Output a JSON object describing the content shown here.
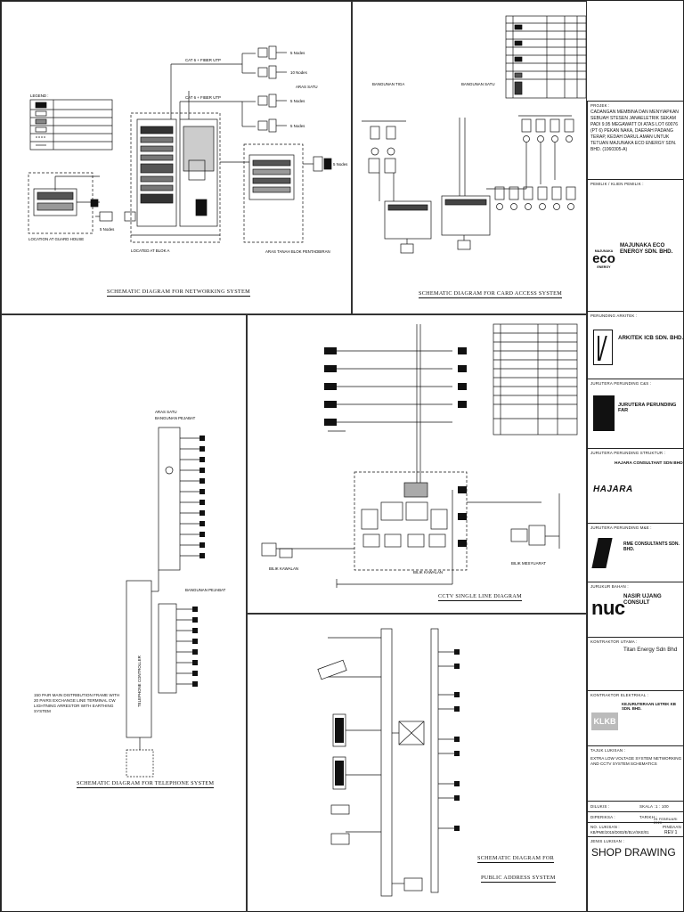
{
  "captions": {
    "networking": "SCHEMATIC DIAGRAM FOR NETWORKING SYSTEM",
    "card_access": "SCHEMATIC DIAGRAM FOR CARD ACCESS SYSTEM",
    "telephone": "SCHEMATIC DIAGRAM FOR TELEPHONE SYSTEM",
    "cctv": "CCTV SINGLE LINE DIAGRAM",
    "public_address_1": "SCHEMATIC DIAGRAM FOR",
    "public_address_2": "PUBLIC ADDRESS SYSTEM"
  },
  "networking": {
    "legend_title": "LEGEND :",
    "nodes": [
      "5 Nodes",
      "10 Nodes",
      "5 Nodes",
      "5 Nodes",
      "5 Nodes",
      "5 Nodes"
    ],
    "cat6_label": "CAT 6 + FIBER UTP",
    "arah_label": "ARAS SATU",
    "location_guard": "LOCATION AT GUARD HOUSE",
    "location_block": "LOCATED AT BLOK A",
    "location_admin": "ARAS TANAH BLOK PENTADBIRAN"
  },
  "card_access": {
    "label_left": "BANGUNAN TIGA",
    "label_right": "BANGUNAN SATU"
  },
  "telephone": {
    "top_label_1": "ARAS SATU",
    "top_label_2": "BANGUNAN PEJABAT",
    "bottom_label": "BANGUNAN PEJABAT",
    "note": "150 PAIR MAIN DISTRIBUTION FRAME WITH 20 PAIRS EXCHANGE LINE TERMINAL CW LIGHTNING ARRESTOR WITH EARTHING SYSTEM",
    "controller": "TELEPHONE CONTROLLER"
  },
  "cctv": {
    "label_left": "BILIK KAWALAN",
    "label_right": "BILIK MESYUARAT"
  },
  "title_block": {
    "projek_head": "PROJEK :",
    "projek_text": "CADANGAN MEMBINA DAN MENYIAPKAN SEBUAH STESEN JANAELETRIK SEKAM PADI 9.95 MEGAWATT DI ATAS LOT 60076 (PT 6) PEKAN NAKA, DAERAH PADANG TERAP, KEDAH DARUL AMAN UNTUK TETUAN MAJUNAKA ECO ENERGY SDN. BHD. (1060305-A)",
    "pemilik_head": "PEMILIK / KLIEN PEMILIK :",
    "owner_name": "MAJUNAKA ECO ENERGY SDN. BHD.",
    "owner_logo_top": "MAJUNAKA",
    "owner_logo_mid": "eco",
    "owner_logo_bot": "ENERGY",
    "arkitek_head": "PERUNDING ARKITEK :",
    "arkitek_name": "ARKITEK ICB SDN. BHD.",
    "cas_head": "JURUTERA PERUNDING C&S :",
    "cas_name": "JURUTERA PERUNDING FAR",
    "struktur_head": "JURUTERA PERUNDING STRUKTUR :",
    "struktur_name": "HAJARA CONSULTANT SDN BHD",
    "struktur_logo": "HAJARA",
    "mne_head": "JURUTERA PERUNDING M&E :",
    "mne_name": "RME CONSULTANTS SDN. BHD.",
    "bahan_head": "JURUKUR BAHAN :",
    "bahan_name": "NASIR UJANG CONSULT",
    "bahan_logo": "nuc",
    "kontraktor_head": "KONTRAKTOR UTAMA :",
    "kontraktor_name": "Titan Energy Sdn Bhd",
    "elektrikal_head": "KONTRAKTOR ELEKTRIKAL :",
    "elektrikal_name": "KEJURUTERAAN LETRIK KB SDN. BHD.",
    "elektrikal_logo": "KLKB",
    "tajuk_head": "TAJUK LUKISAN :",
    "tajuk_text": "EXTRA LOW VOLTAGE SYSTEM NETWORKING AND CCTV SYSTEM SCHEMATICS",
    "dilukis_label": "DILUKIS :",
    "skala_label": "SKALA :",
    "skala_value": "1 : 100",
    "diperiksa_label": "DIPERIKSA :",
    "tarikh_label": "TARIKH :",
    "tarikh_value": "24 FEBRUARI 2020",
    "no_lukisan_label": "NO. LUKISAN :",
    "no_lukisan_value": "KB/PME/2015/D003/E/ELV/SKE/01",
    "pindaan_label": "PINDAAN :",
    "pindaan_value": "REV 1",
    "jenis_label": "JENIS LUKISAN :",
    "jenis_value": "SHOP DRAWING"
  }
}
